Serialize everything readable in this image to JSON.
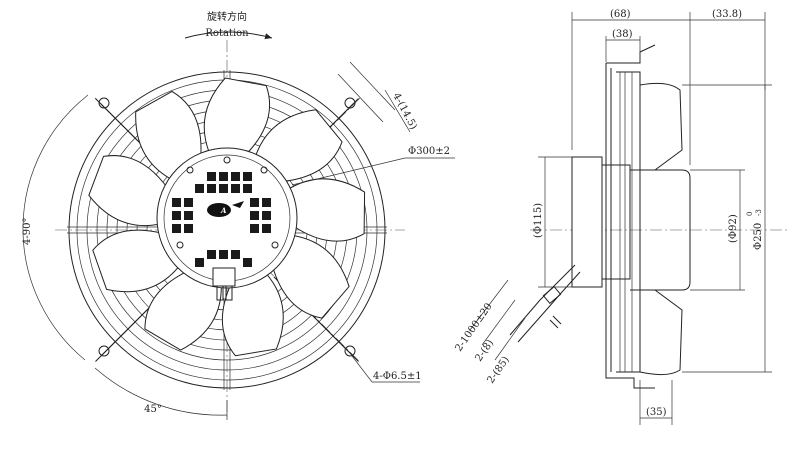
{
  "labels": {
    "rotation_cn": "旋转方向",
    "rotation_en": "Rotation",
    "slot_dim": "4-(14.5)",
    "outer_dia": "Φ300±2",
    "angle_90": "4-90°",
    "angle_45": "45°",
    "hole_dim": "4-Φ6.5±1",
    "depth_68": "(68)",
    "depth_33_8": "(33.8)",
    "depth_38": "(38)",
    "dia_115": "(Φ115)",
    "dia_92": "(Φ92)",
    "dia_250": "Φ250",
    "tol_upper": "0",
    "tol_lower": "-3",
    "cable_len": "2-1000±20",
    "cable_8": "2-(8)",
    "cable_85": "2-(85)",
    "depth_35": "(35)"
  },
  "colors": {
    "line": "#222222",
    "background": "#ffffff"
  },
  "icons": {
    "rotation_arrow": "curved-arrow-icon",
    "logo": "brand-logo"
  }
}
